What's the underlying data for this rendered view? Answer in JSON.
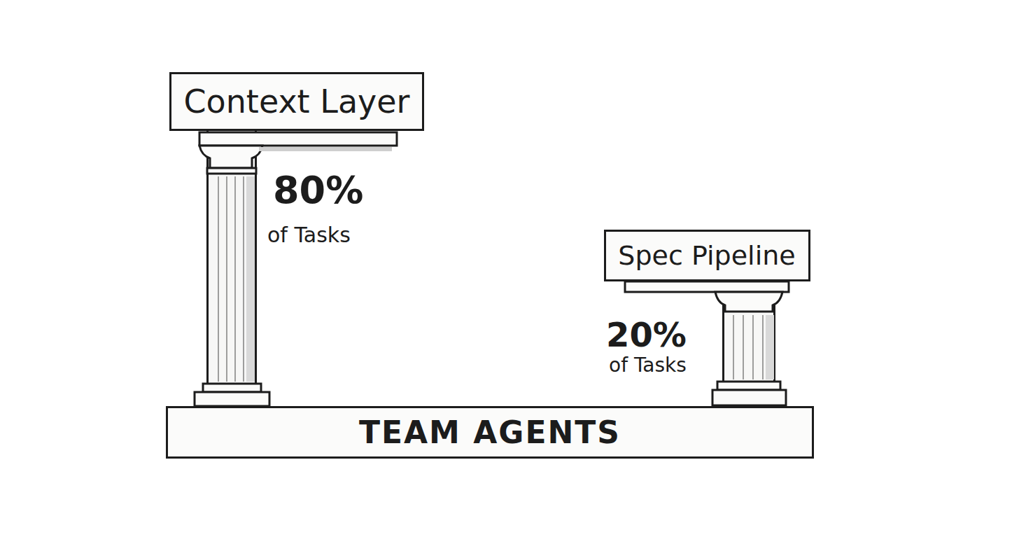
{
  "diagram": {
    "nodes": [
      {
        "text": [
          "Context Layer"
        ]
      },
      {
        "text": [
          "Spec Pipeline"
        ]
      },
      {
        "text": [
          "TEAM AGENTS"
        ]
      }
    ],
    "edges": [
      {
        "from": 2,
        "to": 0,
        "arrow": "none"
      },
      {
        "from": 2,
        "to": 1,
        "arrow": "none"
      }
    ],
    "labels": [
      "80%",
      "of Tasks",
      "20%",
      "of Tasks"
    ]
  }
}
